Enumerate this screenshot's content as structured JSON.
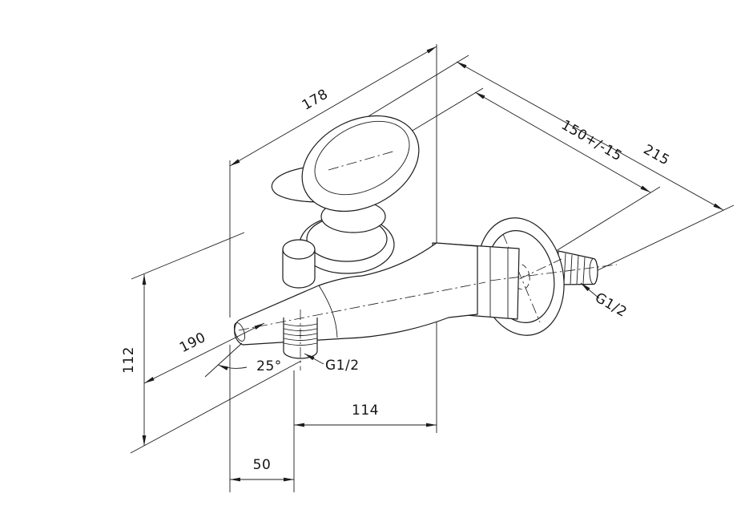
{
  "drawing": {
    "type": "isometric technical dimension drawing",
    "subject": "wall-mounted single-lever bath mixer faucet",
    "line_color": "#1c1c1c",
    "background_color": "#ffffff",
    "dims": {
      "body_width": "178",
      "overall_width": "215",
      "connection_spacing": "150+/-15",
      "overall_height": "112",
      "spout_projection": "190",
      "spout_angle": "25°",
      "shower_outlet_thread": "G1/2",
      "wall_inlet_thread": "G1/2",
      "outlet_offset": "114",
      "spout_offset": "50"
    }
  }
}
